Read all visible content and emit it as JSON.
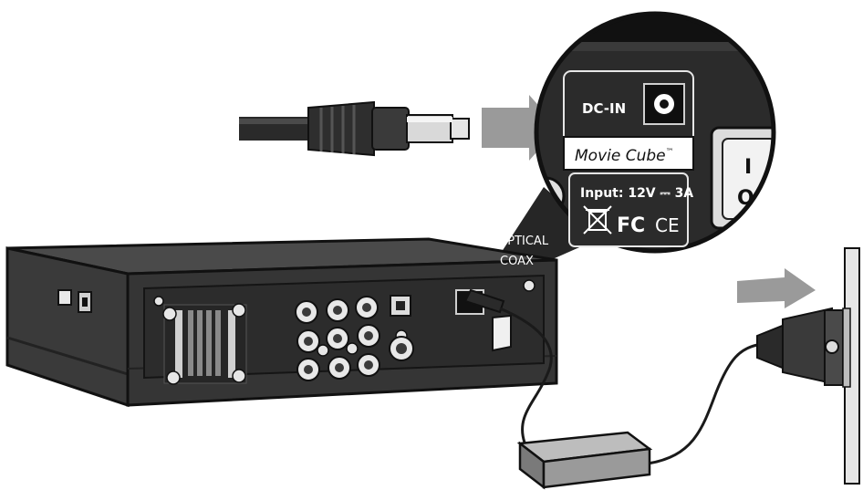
{
  "labels": {
    "dc_in": "DC-IN",
    "brand": "Movie Cube",
    "trademark": "™",
    "input_rating": "Input: 12V ⎓ 3A",
    "fcc_mark": "FC",
    "ce_mark": "CE",
    "optical": "OPTICAL",
    "coax": "COAX",
    "switch_on": "I",
    "switch_off": "O"
  },
  "colors": {
    "device_body": "#3d3d3d",
    "device_panel": "#2f2f2f",
    "arrow": "#9a9a9a",
    "outline": "#1a1a1a"
  },
  "icons": [
    "dc-plug-icon",
    "arrow-right-icon",
    "weee-bin-icon",
    "power-plug-icon",
    "power-adapter-icon"
  ]
}
